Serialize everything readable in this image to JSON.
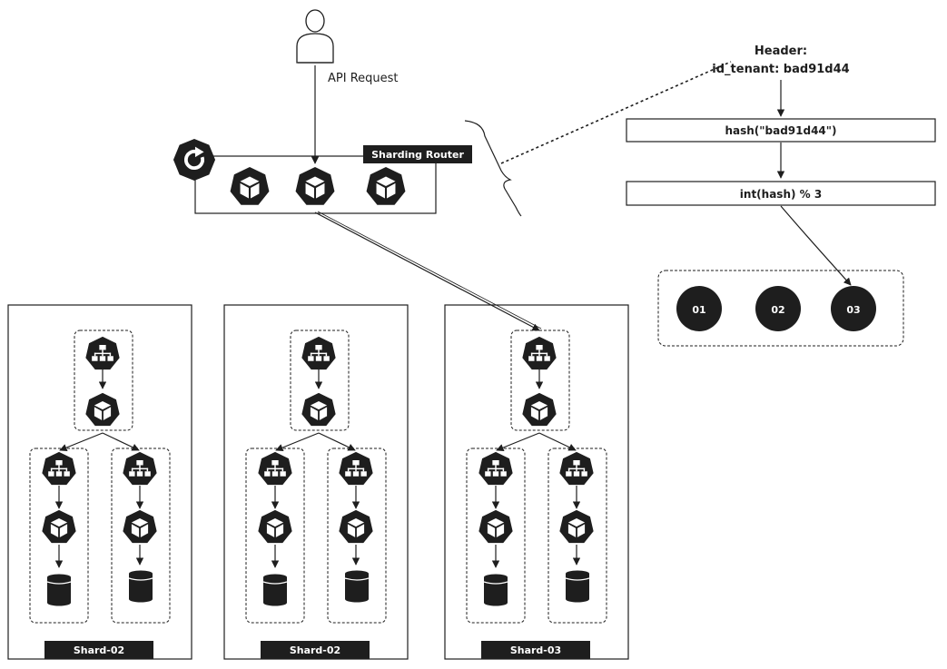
{
  "request": {
    "label": "API Request"
  },
  "router": {
    "label": "Sharding Router"
  },
  "header_note": {
    "line1": "Header:",
    "line2": "id_tenant: bad91d44"
  },
  "steps": [
    {
      "label": "hash(\"bad91d44\")"
    },
    {
      "label": "int(hash) % 3"
    }
  ],
  "buckets": [
    "01",
    "02",
    "03"
  ],
  "shards": [
    {
      "label": "Shard-02"
    },
    {
      "label": "Shard-02"
    },
    {
      "label": "Shard-03"
    }
  ],
  "colors": {
    "ink": "#1e1e1e",
    "paper": "#ffffff"
  },
  "icons": [
    "user-icon",
    "refresh-icon",
    "cube-icon",
    "sitemap-icon",
    "database-icon"
  ]
}
